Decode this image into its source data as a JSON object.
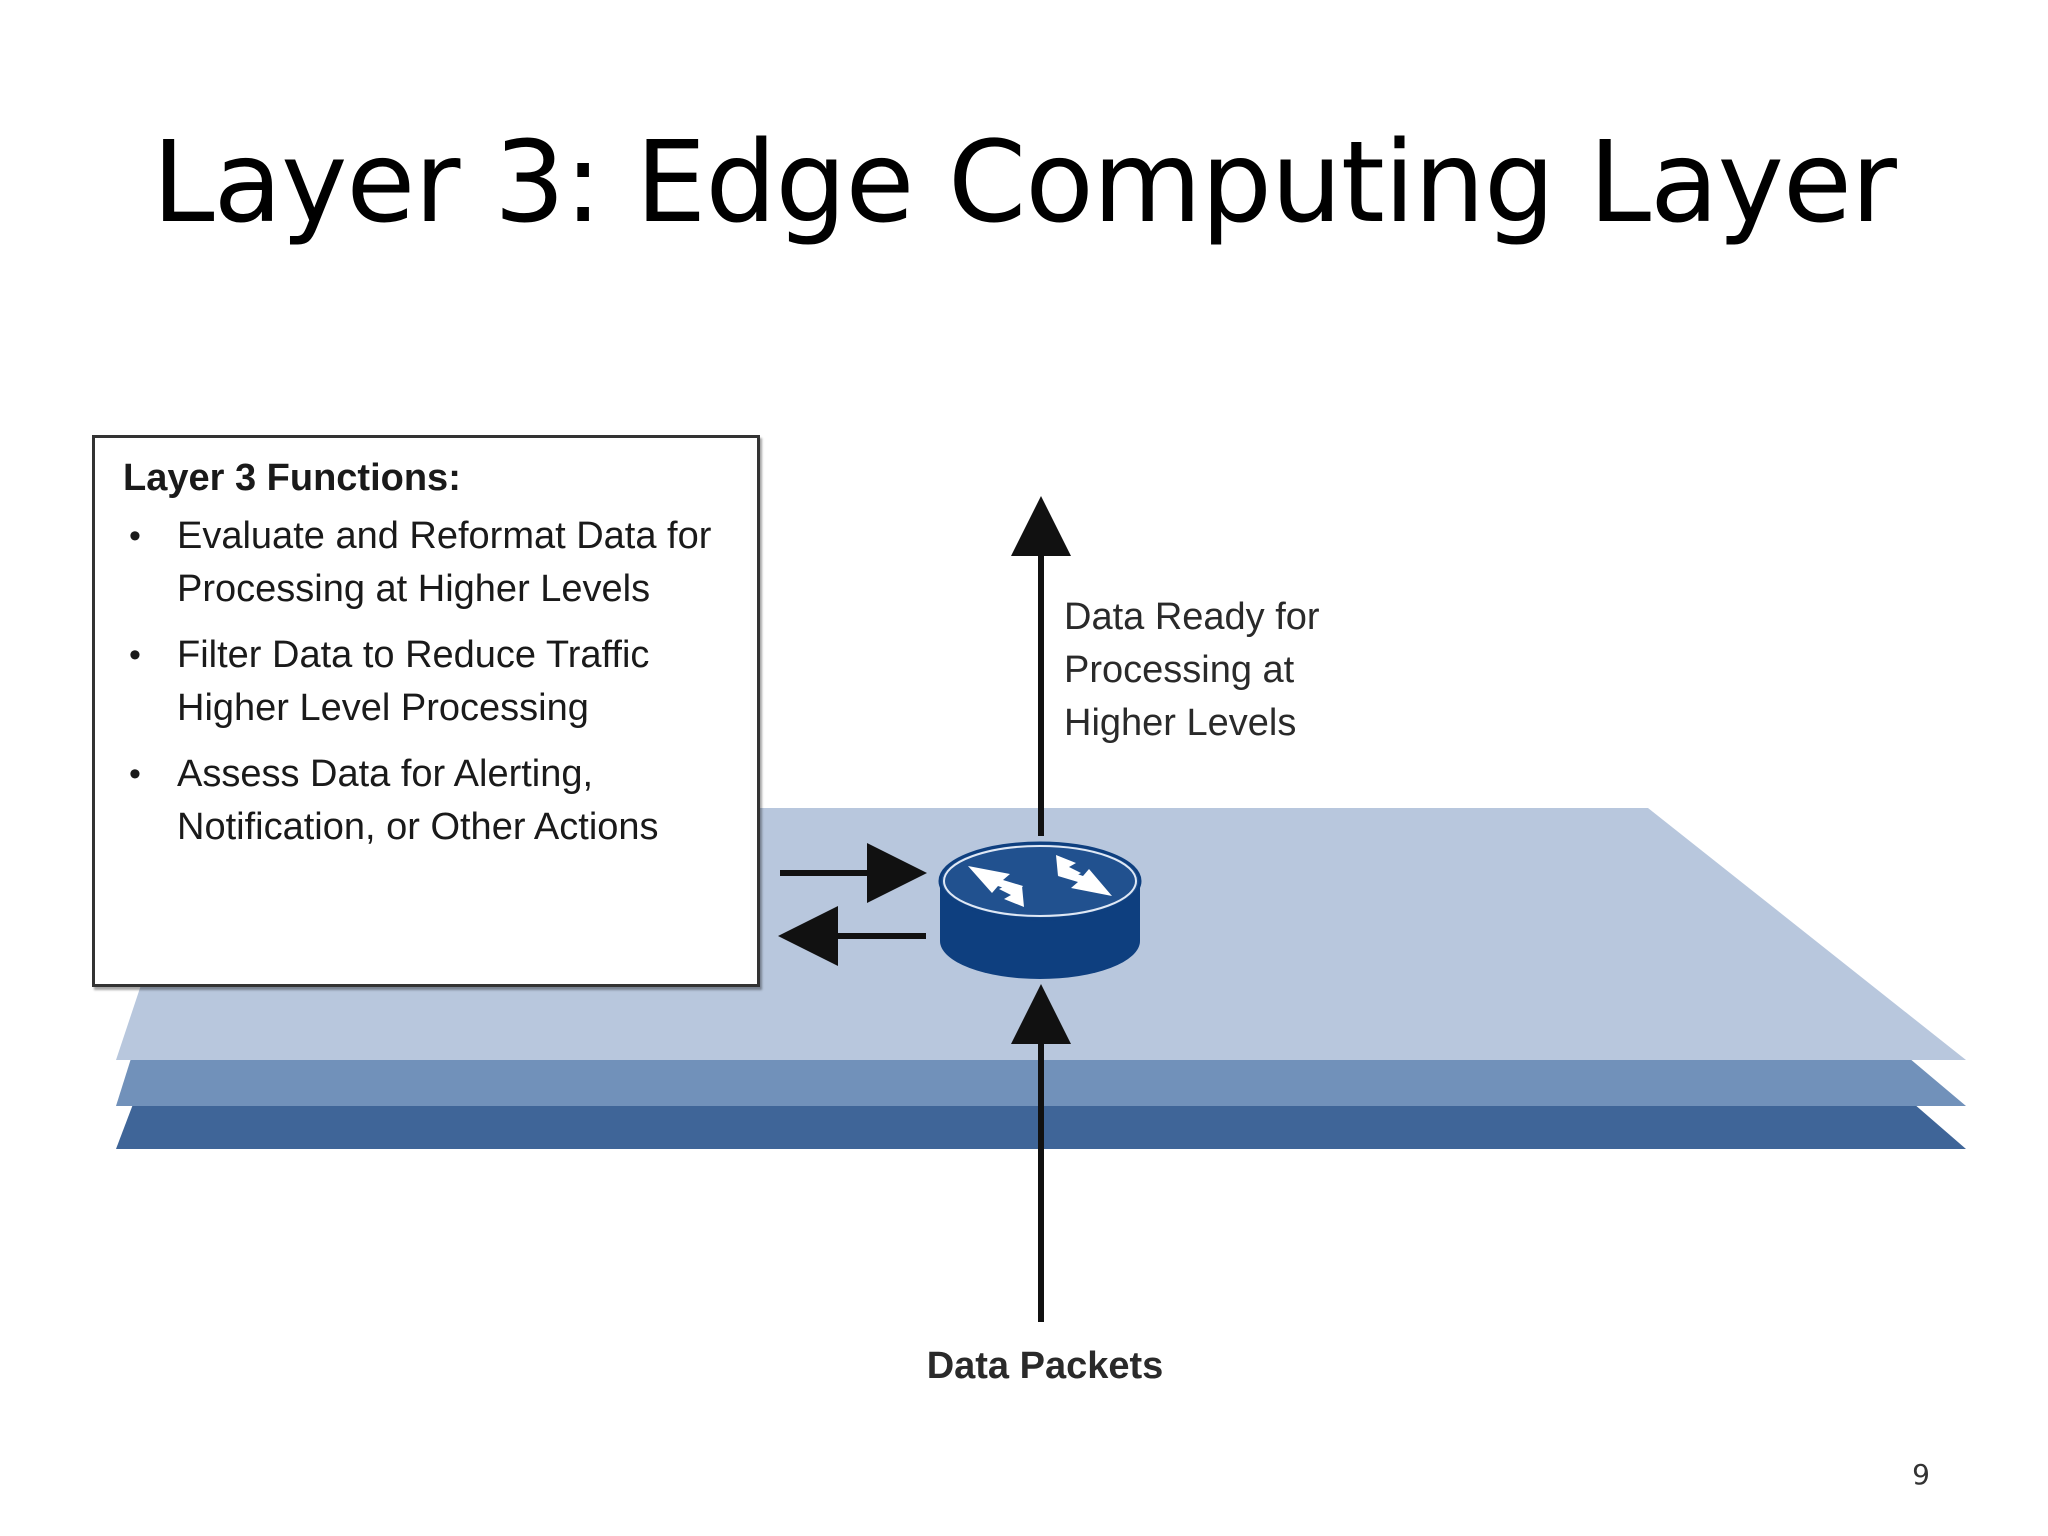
{
  "slide": {
    "title": "Layer 3: Edge Computing Layer",
    "page_number": "9"
  },
  "functions": {
    "heading": "Layer 3 Functions:",
    "items": [
      {
        "label": "Evaluate and Reformat Data for Processing at Higher Levels"
      },
      {
        "label": "Filter Data to Reduce Traffic Higher Level Processing"
      },
      {
        "label": "Assess Data for Alerting, Notification, or Other Actions"
      }
    ]
  },
  "labels": {
    "output": "Data Ready for Processing at Higher Levels",
    "input": "Data Packets"
  },
  "icons": {
    "device": "router-icon"
  },
  "colors": {
    "plane_top": "#b8c7dd",
    "plane_middle": "#7191ba",
    "plane_bottom": "#3f6598",
    "router_body": "#0e3f7f",
    "router_top": "#21518f",
    "arrow": "#111111"
  }
}
